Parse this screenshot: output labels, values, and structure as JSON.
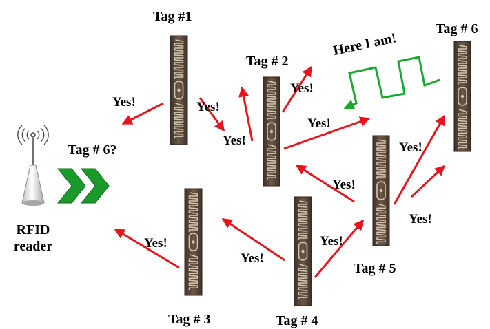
{
  "reader": {
    "line1": "RFID",
    "line2": "reader",
    "query": "Tag # 6?"
  },
  "tags": [
    {
      "id": "tag1",
      "label": "Tag #1"
    },
    {
      "id": "tag2",
      "label": "Tag # 2"
    },
    {
      "id": "tag3",
      "label": "Tag # 3"
    },
    {
      "id": "tag4",
      "label": "Tag # 4"
    },
    {
      "id": "tag5",
      "label": "Tag # 5"
    },
    {
      "id": "tag6",
      "label": "Tag # 6"
    }
  ],
  "responses": {
    "yes": "Yes!",
    "here": "Here I am!"
  },
  "colors": {
    "arrow": "#e8141b",
    "chevron": "#1a9a2a",
    "signal": "#1aa82f",
    "tag_body": "#5b4a3c",
    "tag_antenna": "#d4c6ae"
  },
  "icons": [
    "antenna-icon",
    "chevron-right-icon",
    "rfid-tag-icon",
    "square-wave-icon"
  ]
}
